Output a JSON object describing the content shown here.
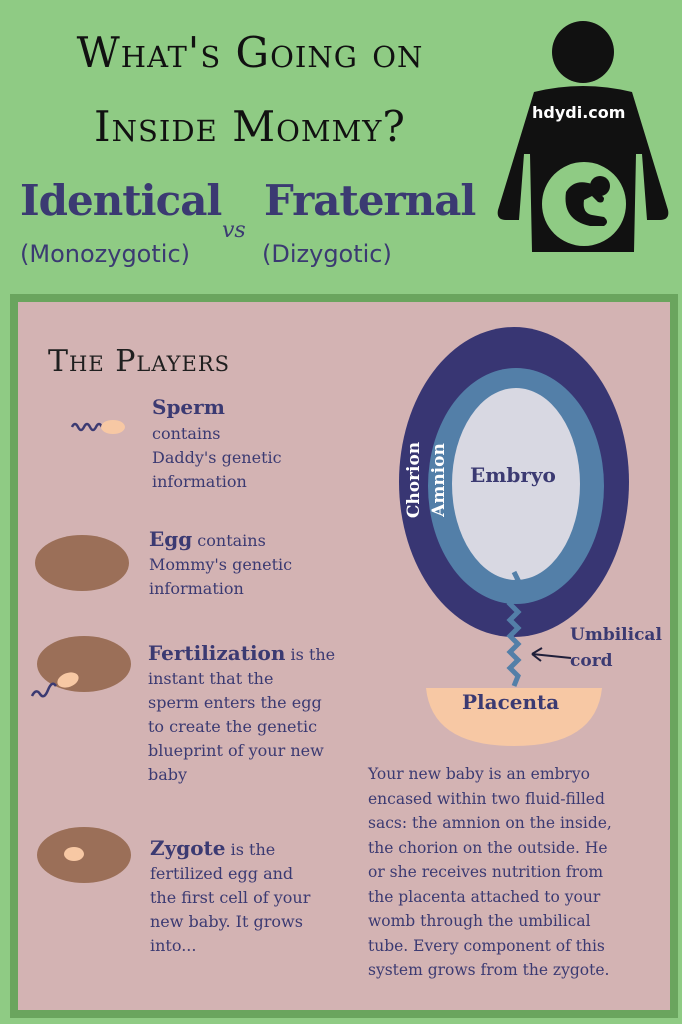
{
  "header": {
    "title_line1": "What's Going on",
    "title_line2": "Inside Mommy?",
    "left_term": "Identical",
    "left_sub": "(Monozygotic)",
    "vs": "vs",
    "right_term": "Fraternal",
    "right_sub": "(Dizygotic)",
    "icon_label": "hdydi.com"
  },
  "players": {
    "heading": "The Players",
    "sperm": {
      "term": "Sperm",
      "desc_lines": [
        "contains",
        "Daddy's genetic",
        "information"
      ]
    },
    "egg": {
      "term": "Egg",
      "desc_inline": " contains",
      "desc_lines": [
        "Mommy's genetic",
        "information"
      ]
    },
    "fertilization": {
      "term": "Fertilization",
      "desc_inline": " is the",
      "desc_lines": [
        "instant that the",
        "sperm enters the egg",
        "to create the genetic",
        "blueprint of your new",
        "baby"
      ]
    },
    "zygote": {
      "term": "Zygote",
      "desc_inline": " is the",
      "desc_lines": [
        "fertilized egg and",
        "the first cell of your",
        "new baby. It grows",
        "into..."
      ]
    }
  },
  "diagram": {
    "chorion": "Chorion",
    "amnion": "Amnion",
    "embryo": "Embryo",
    "umbilical_line1": "Umbilical",
    "umbilical_line2": "cord",
    "placenta": "Placenta"
  },
  "explanation_lines": [
    "Your new baby is an embryo",
    "encased within two fluid-filled",
    "sacs: the amnion on the inside,",
    "the chorion on the outside.  He",
    "or she receives nutrition from",
    "the placenta attached to your",
    "womb through the umbilical",
    "tube. Every component of this",
    "system grows from the zygote."
  ],
  "colors": {
    "background": "#8fcb84",
    "panel": "#d3b3b3",
    "panel_border": "#6aa55e",
    "navy": "#3b3a72",
    "chorion": "#383673",
    "amnion": "#537fa8",
    "embryo": "#d8d8e2",
    "egg": "#9b6f58",
    "peach": "#f7c8a4"
  }
}
